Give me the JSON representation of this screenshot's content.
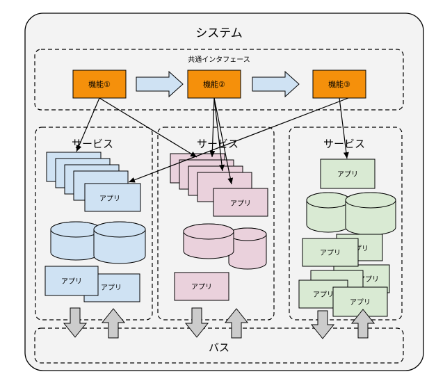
{
  "system_label": "システム",
  "interface_label": "共通インタフェース",
  "bus_label": "バス",
  "functions": [
    {
      "label": "機能①"
    },
    {
      "label": "機能②"
    },
    {
      "label": "機能③"
    }
  ],
  "services": [
    {
      "label": "サービス",
      "app_label": "アプリ",
      "color": "#cfe2f3"
    },
    {
      "label": "サービス",
      "app_label": "アプリ",
      "color": "#ead1dc"
    },
    {
      "label": "サービス",
      "app_label": "アプリ",
      "color": "#d9ead3"
    }
  ],
  "colors": {
    "function_fill": "#f5900b",
    "flow_arrow_fill": "#cfe2f3",
    "bus_arrow_fill": "#cccccc",
    "system_fill": "#f3f3f3"
  }
}
